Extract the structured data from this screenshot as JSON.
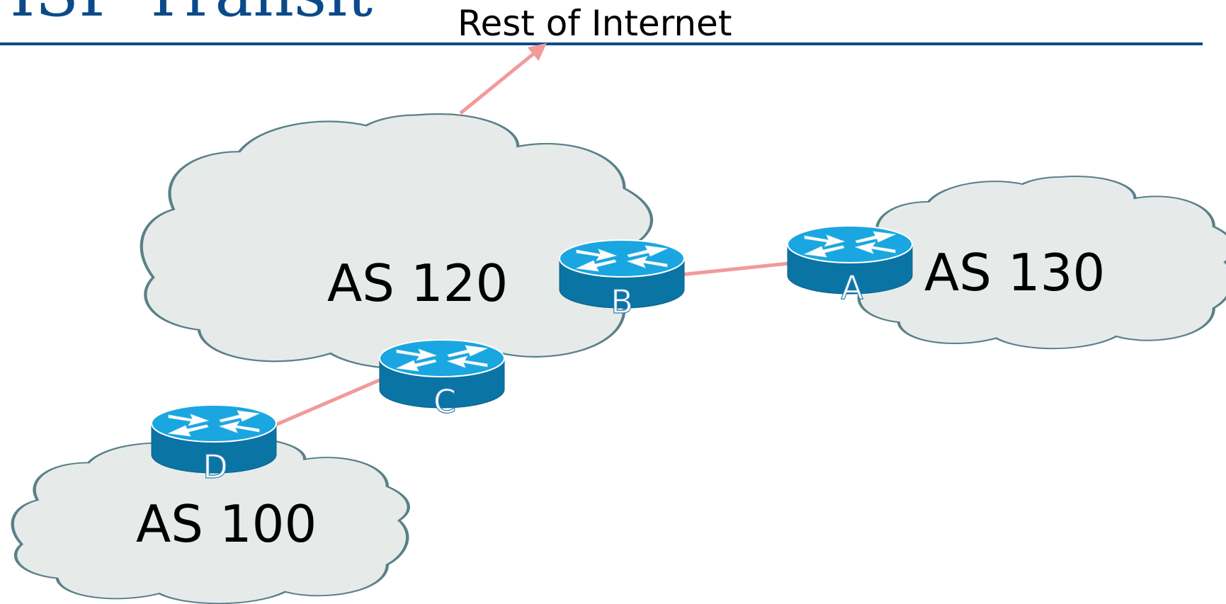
{
  "title": "ISP Transit",
  "internet_label": "Rest of Internet",
  "colors": {
    "title": "#0b4a8a",
    "rule": "#0b4a8a",
    "cloud_fill": "#e6ebea",
    "cloud_stroke": "#5a8088",
    "link": "#f29a9a",
    "router_top": "#1aa6e0",
    "router_body": "#0a74a4"
  },
  "clouds": [
    {
      "id": "as120",
      "label": "AS 120"
    },
    {
      "id": "as130",
      "label": "AS 130"
    },
    {
      "id": "as100",
      "label": "AS 100"
    }
  ],
  "routers": [
    {
      "id": "B",
      "label": "B",
      "icon": "router-icon"
    },
    {
      "id": "A",
      "label": "A",
      "icon": "router-icon"
    },
    {
      "id": "C",
      "label": "C",
      "icon": "router-icon"
    },
    {
      "id": "D",
      "label": "D",
      "icon": "router-icon"
    }
  ],
  "links": [
    {
      "from": "AS 120",
      "to": "Rest of Internet"
    },
    {
      "from": "B",
      "to": "A"
    },
    {
      "from": "C",
      "to": "D"
    }
  ]
}
